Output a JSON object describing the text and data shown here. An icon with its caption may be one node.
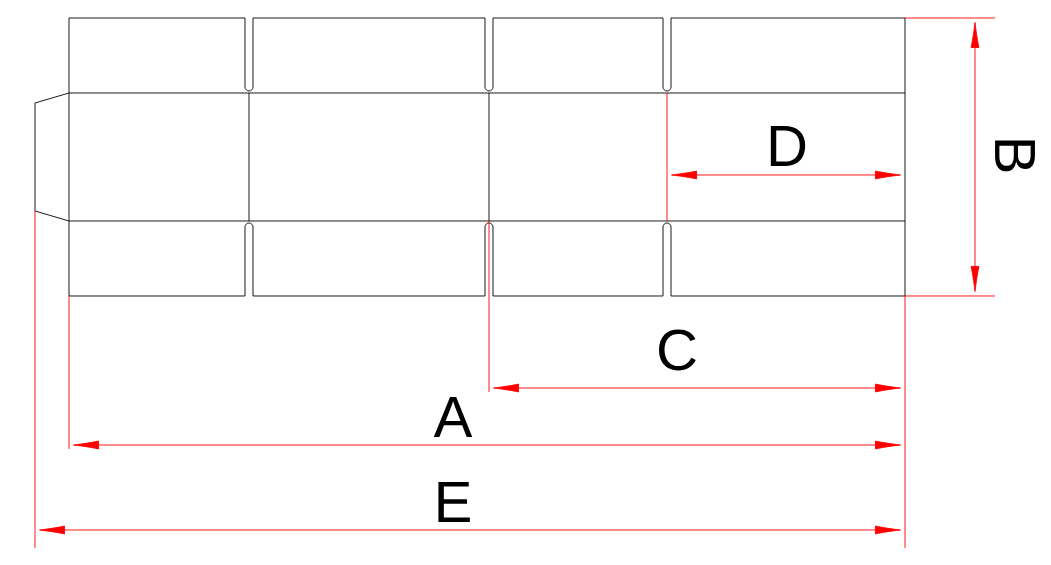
{
  "diagram": {
    "labels": [
      "D",
      "B",
      "C",
      "A",
      "E"
    ]
  }
}
